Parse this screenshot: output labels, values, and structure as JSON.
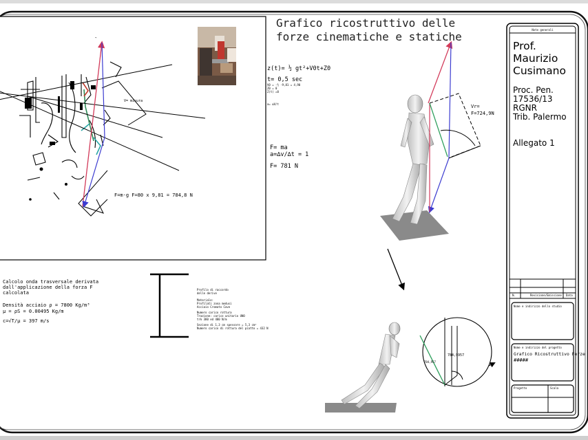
{
  "title": {
    "line1": "Grafico ricostruttivo delle",
    "line2": "forze cinematiche e statiche"
  },
  "title_block": {
    "header": "Note generali",
    "author": [
      "Prof.",
      "Maurizio",
      "Cusimano"
    ],
    "case": [
      "Proc. Pen.",
      "17536/13",
      "RGNR",
      "Trib. Palermo"
    ],
    "attachment": "Allegato 1",
    "revision_header": [
      "N.",
      "Revisione/Emissione",
      "Data"
    ],
    "client_label": "Nome e indirizzo dello studio",
    "project_label": "Nome e indirizzo del progetto",
    "project_title": "Grafico Ricostruttivo Forze",
    "project_code": "#####",
    "bottom_label_1": "Progetto",
    "bottom_label_2": "Scala"
  },
  "photo_panel": {
    "force_note": "F=m·g  F=80 x 9,81  =  784,8 N",
    "callout": "V= misura"
  },
  "equations": {
    "motion": "z(t)= ½ gt²+V0t+Z0",
    "time": "t= 0,5 sec",
    "line_a": "V0 = -½ ·9,81 = 4,90",
    "line_b": "Z0 = 0",
    "line_c": "Z(t) =0",
    "line_d": "a= ∆V/t",
    "newton": "F= ma",
    "accel": "a=∆v/∆t = 1",
    "result": "F= 781 N"
  },
  "figure_upper": {
    "vector_label": "Vr=",
    "force_label": "F=724,9N"
  },
  "wave_calc": {
    "heading": [
      "Calcolo onda trasversale derivata",
      "dall'applicazione della forza F",
      "calcolata"
    ],
    "density": "Densità acciaio ρ = 7800 Kg/m³",
    "mu": "μ = ρS = 0.00495 Kg/m",
    "speed": "c=√T/μ = 397 m/s"
  },
  "profile_notes": [
    "Profilo di raccordo",
    "delle derive",
    "Materiale:",
    "Profilati zona medusi",
    "Acciaio Cromato Cave",
    "Numero carico rottura",
    "Trazione: carico unitario UNO",
    "trk 380 ed 480 N/m",
    "Sezione di 1,3 cm spessore = 5,3 cm²",
    "Numero carico di rottura del piatto = 432 N"
  ],
  "figure_lower": {
    "label_a": "784,9957",
    "label_b": "784,957"
  }
}
